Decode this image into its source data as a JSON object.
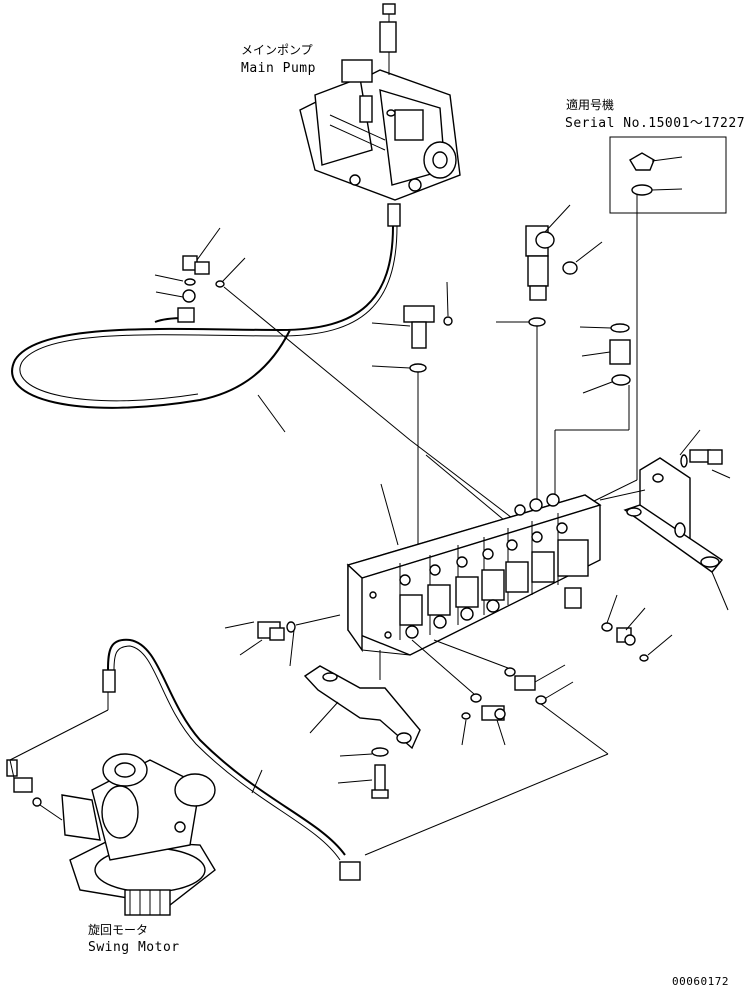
{
  "labels": {
    "main_pump_jp": "メインポンプ",
    "main_pump_en": "Main Pump",
    "applicable_jp": "適用号機",
    "serial": "Serial No.15001～17227",
    "swing_motor_jp": "旋回モータ",
    "swing_motor_en": "Swing Motor",
    "drawing_number": "00060172"
  },
  "icons": [
    "main-pump-icon",
    "control-valve-icon",
    "swing-motor-icon",
    "hose-icon",
    "elbow-fitting-icon",
    "bracket-icon",
    "bolt-icon",
    "o-ring-icon"
  ]
}
